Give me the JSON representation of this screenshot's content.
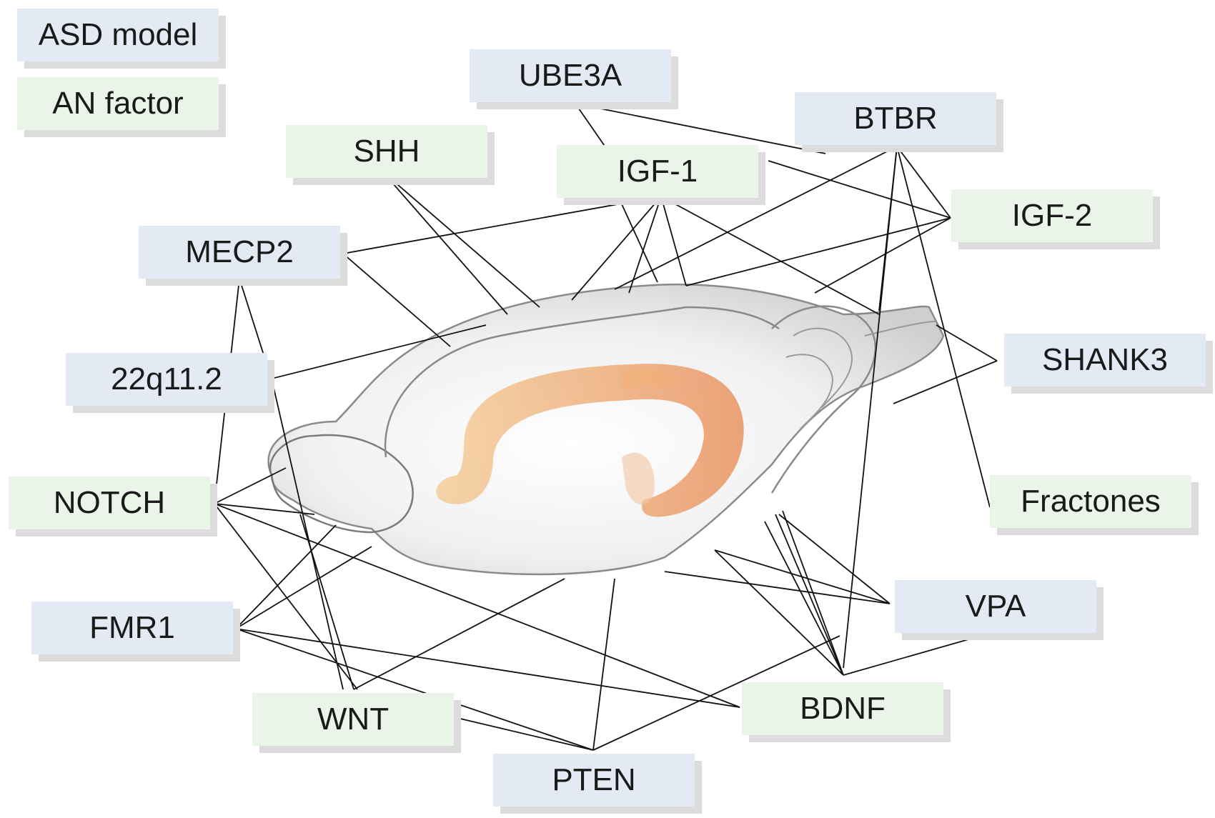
{
  "legend": {
    "asd_label": "ASD model",
    "an_label": "AN factor"
  },
  "colors": {
    "asd_model": "#e3eaf4",
    "an_factor": "#eaf4e9"
  },
  "nodes": {
    "ube3a": "UBE3A",
    "btbr": "BTBR",
    "shh": "SHH",
    "igf1": "IGF-1",
    "igf2": "IGF-2",
    "mecp2": "MECP2",
    "shank3": "SHANK3",
    "q22": "22q11.2",
    "notch": "NOTCH",
    "fractones": "Fractones",
    "fmr1": "FMR1",
    "vpa": "VPA",
    "wnt": "WNT",
    "bdnf": "BDNF",
    "pten": "PTEN"
  }
}
